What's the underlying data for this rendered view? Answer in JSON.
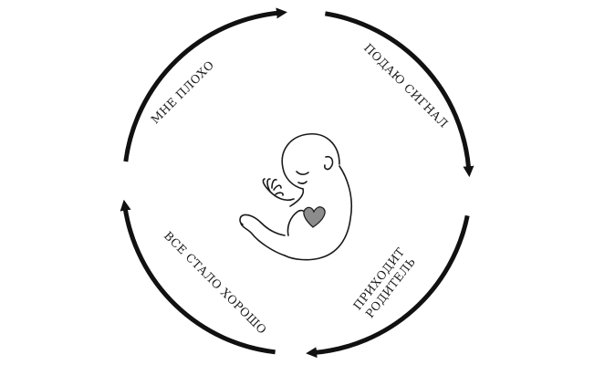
{
  "diagram": {
    "type": "cycle",
    "steps": [
      {
        "id": "feel-bad",
        "label": "МНЕ ПЛОХО"
      },
      {
        "id": "give-signal",
        "label": "ПОДАЮ СИГНАЛ"
      },
      {
        "id": "parent-comes",
        "label_lines": [
          "ПРИХОДИТ",
          "РОДИТЕЛЬ"
        ]
      },
      {
        "id": "all-good",
        "label": "ВСЕ СТАЛО ХОРОШО"
      }
    ],
    "center_icon": "baby-with-heart-icon",
    "colors": {
      "arc": "#111111",
      "text": "#1a1a1a",
      "heart": "#8c8c8c"
    }
  }
}
